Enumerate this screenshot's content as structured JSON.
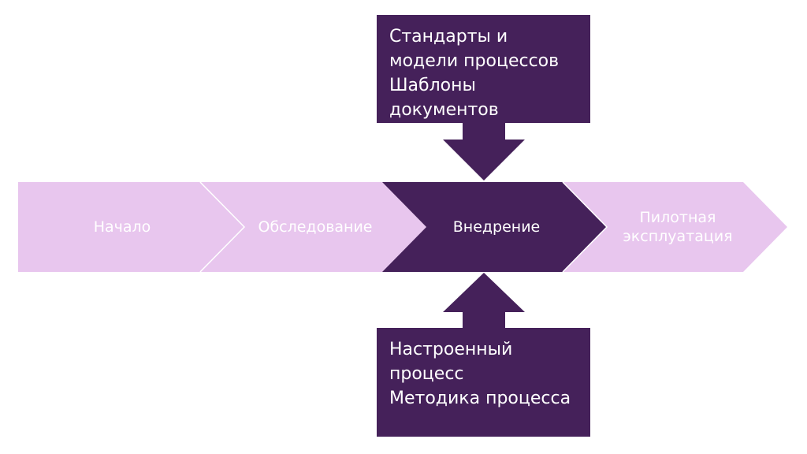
{
  "process_steps": [
    {
      "label": "Начало",
      "active": false
    },
    {
      "label": "Обследование",
      "active": false
    },
    {
      "label": "Внедрение",
      "active": true
    },
    {
      "label": "Пилотная эксплуатация",
      "active": false
    }
  ],
  "top_input": {
    "lines": [
      "Стандарты и",
      "модели процессов",
      "Шаблоны",
      "документов"
    ]
  },
  "bottom_output": {
    "lines": [
      "Настроенный",
      "процесс",
      "Методика процесса"
    ]
  },
  "colors": {
    "inactive_step": "#e8c6ee",
    "active_step": "#45215a",
    "box": "#45215a",
    "arrow": "#45215a",
    "separator": "#ffffff"
  }
}
